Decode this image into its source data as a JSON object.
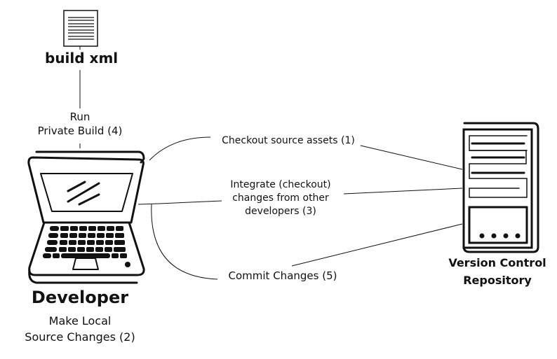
{
  "build_file": {
    "label": "build xml",
    "icon": "document-icon"
  },
  "run_step": {
    "line1": "Run",
    "line2": "Private Build (4)"
  },
  "developer": {
    "label": "Developer",
    "icon": "laptop-icon",
    "action_line1": "Make Local",
    "action_line2": "Source Changes (2)"
  },
  "repository": {
    "line1": "Version Control",
    "line2": "Repository",
    "icon": "server-icon"
  },
  "flows": [
    {
      "label": "Checkout source assets (1)"
    },
    {
      "line1": "Integrate (checkout)",
      "line2": "changes from other",
      "line3": "developers (3)"
    },
    {
      "label": "Commit Changes (5)"
    }
  ]
}
